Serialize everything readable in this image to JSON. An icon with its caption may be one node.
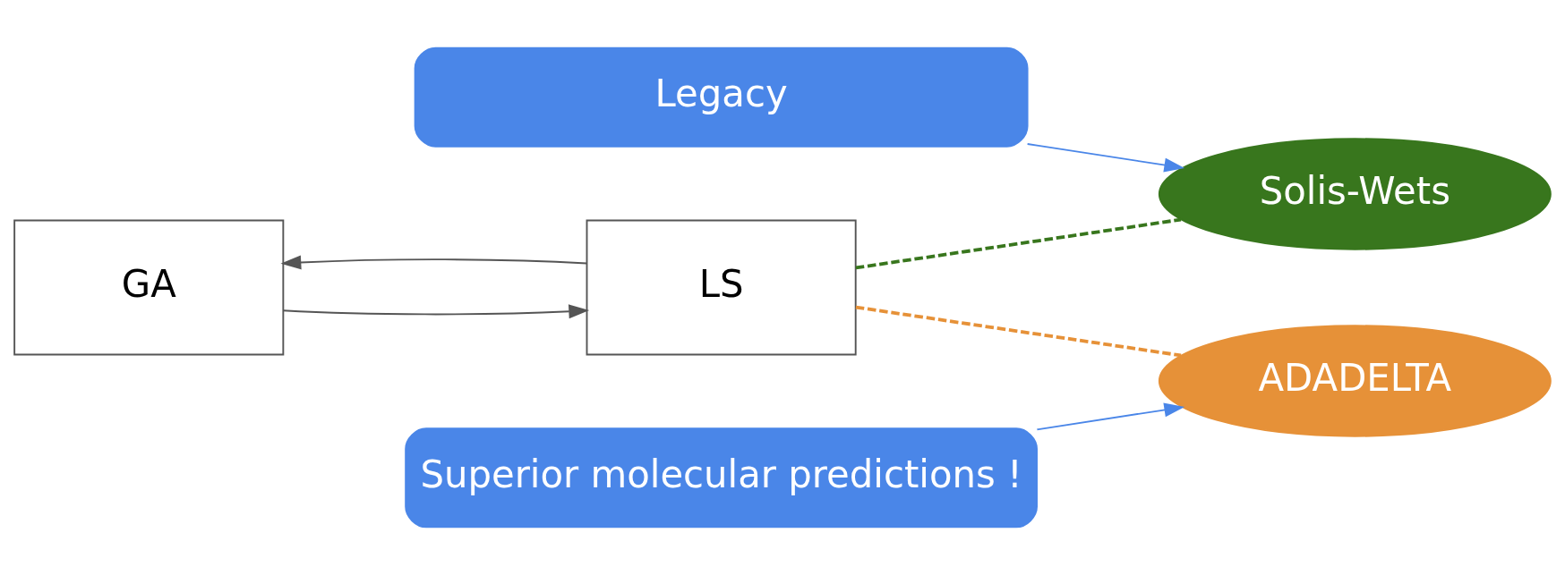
{
  "diagram": {
    "nodes": [
      {
        "text": [
          "GA"
        ]
      },
      {
        "text": [
          "LS"
        ]
      },
      {
        "text": [
          "Solis-Wets"
        ]
      },
      {
        "text": [
          "ADADELTA"
        ]
      },
      {
        "text": [
          "Legacy"
        ]
      },
      {
        "text": [
          "Superior molecular predictions !"
        ]
      }
    ],
    "edges": [
      {
        "from": 0,
        "to": 1,
        "arrow": "to"
      },
      {
        "from": 1,
        "to": 0,
        "arrow": "to"
      },
      {
        "from": 1,
        "to": 2,
        "arrow": "none",
        "style": "dashed",
        "color": "#38761d"
      },
      {
        "from": 1,
        "to": 3,
        "arrow": "none",
        "style": "dashed",
        "color": "#e69138"
      },
      {
        "from": 4,
        "to": 2,
        "arrow": "to",
        "color": "#4a86e8"
      },
      {
        "from": 5,
        "to": 3,
        "arrow": "to",
        "color": "#4a86e8"
      }
    ]
  }
}
